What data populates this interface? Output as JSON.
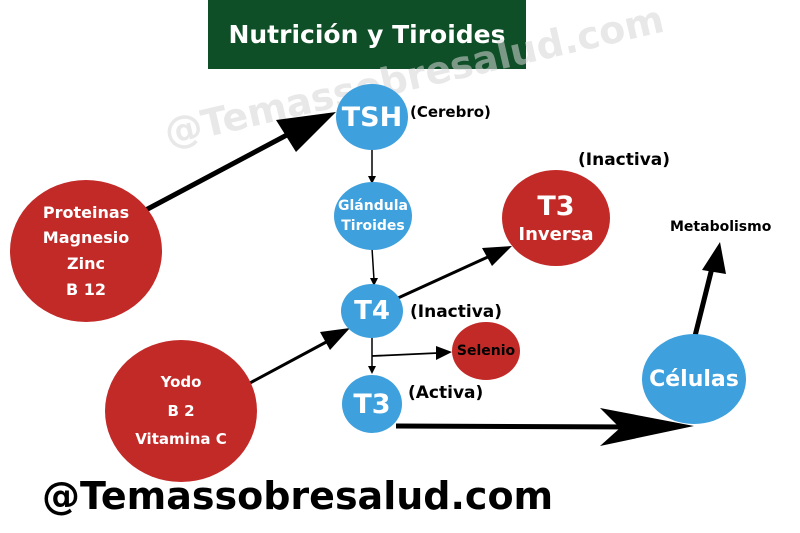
{
  "title": "Nutrición y Tiroides",
  "watermark": "@Temassobresalud.com",
  "footer": "@Temassobresalud.com",
  "colors": {
    "title_bg": "#0f4f27",
    "blue_node": "#3ea0dd",
    "red_node": "#c22a28"
  },
  "nodes": {
    "tsh": {
      "label": "TSH",
      "note": "(Cerebro)"
    },
    "glandula": {
      "line1": "Glándula",
      "line2": "Tiroides"
    },
    "t4": {
      "label": "T4",
      "note": "(Inactiva)"
    },
    "t3": {
      "label": "T3",
      "note": "(Activa)"
    },
    "t3_inversa": {
      "line1": "T3",
      "line2": "Inversa",
      "note": "(Inactiva)"
    },
    "selenio": {
      "label": "Selenio"
    },
    "celulas": {
      "label": "Células"
    },
    "metabolismo": {
      "label": "Metabolismo"
    },
    "nutrientes_1": {
      "line1": "Proteinas",
      "line2": "Magnesio",
      "line3": "Zinc",
      "line4": "B 12"
    },
    "nutrientes_2": {
      "line1": "Yodo",
      "line2": "B 2",
      "line3": "Vitamina C"
    }
  }
}
